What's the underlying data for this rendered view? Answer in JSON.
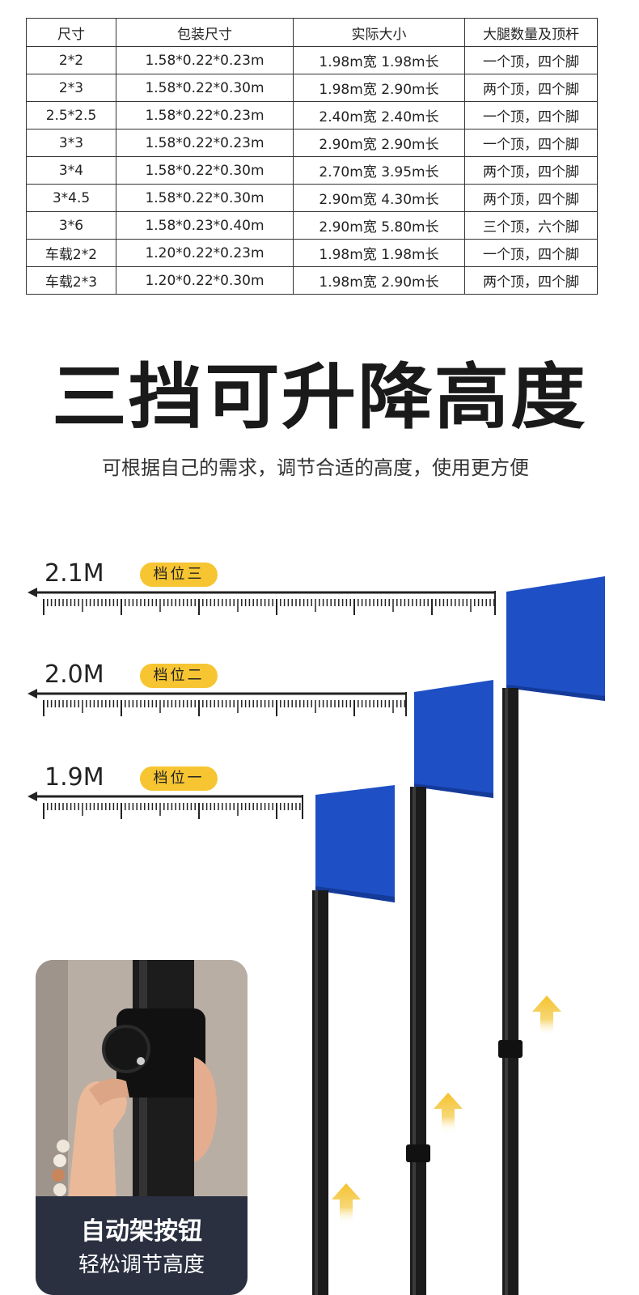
{
  "spec_table": {
    "headers": [
      "尺寸",
      "包装尺寸",
      "实际大小",
      "大腿数量及顶杆"
    ],
    "rows": [
      [
        "2*2",
        "1.58*0.22*0.23m",
        "1.98m宽 1.98m长",
        "一个顶，四个脚"
      ],
      [
        "2*3",
        "1.58*0.22*0.30m",
        "1.98m宽 2.90m长",
        "两个顶，四个脚"
      ],
      [
        "2.5*2.5",
        "1.58*0.22*0.23m",
        "2.40m宽 2.40m长",
        "一个顶，四个脚"
      ],
      [
        "3*3",
        "1.58*0.22*0.23m",
        "2.90m宽 2.90m长",
        "一个顶，四个脚"
      ],
      [
        "3*4",
        "1.58*0.22*0.30m",
        "2.70m宽 3.95m长",
        "两个顶，四个脚"
      ],
      [
        "3*4.5",
        "1.58*0.22*0.30m",
        "2.90m宽 4.30m长",
        "两个顶，四个脚"
      ],
      [
        "3*6",
        "1.58*0.23*0.40m",
        "2.90m宽 5.80m长",
        "三个顶，六个脚"
      ],
      [
        "车载2*2",
        "1.20*0.22*0.23m",
        "1.98m宽 1.98m长",
        "一个顶，四个脚"
      ],
      [
        "车载2*3",
        "1.20*0.22*0.30m",
        "1.98m宽 2.90m长",
        "两个顶，四个脚"
      ]
    ]
  },
  "headline": "三挡可升降高度",
  "subheadline": "可根据自己的需求，调节合适的高度，使用更方便",
  "levels": [
    {
      "value": "2.1M",
      "badge": "档位三"
    },
    {
      "value": "2.0M",
      "badge": "档位二"
    },
    {
      "value": "1.9M",
      "badge": "档位一"
    }
  ],
  "inset": {
    "title": "自动架按钮",
    "subtitle": "轻松调节高度"
  },
  "colors": {
    "canopy_blue": "#1e4fc4",
    "badge_yellow": "#f6c531",
    "arrow_yellow": "#f5c22e",
    "caption_bg": "#2a3040"
  }
}
